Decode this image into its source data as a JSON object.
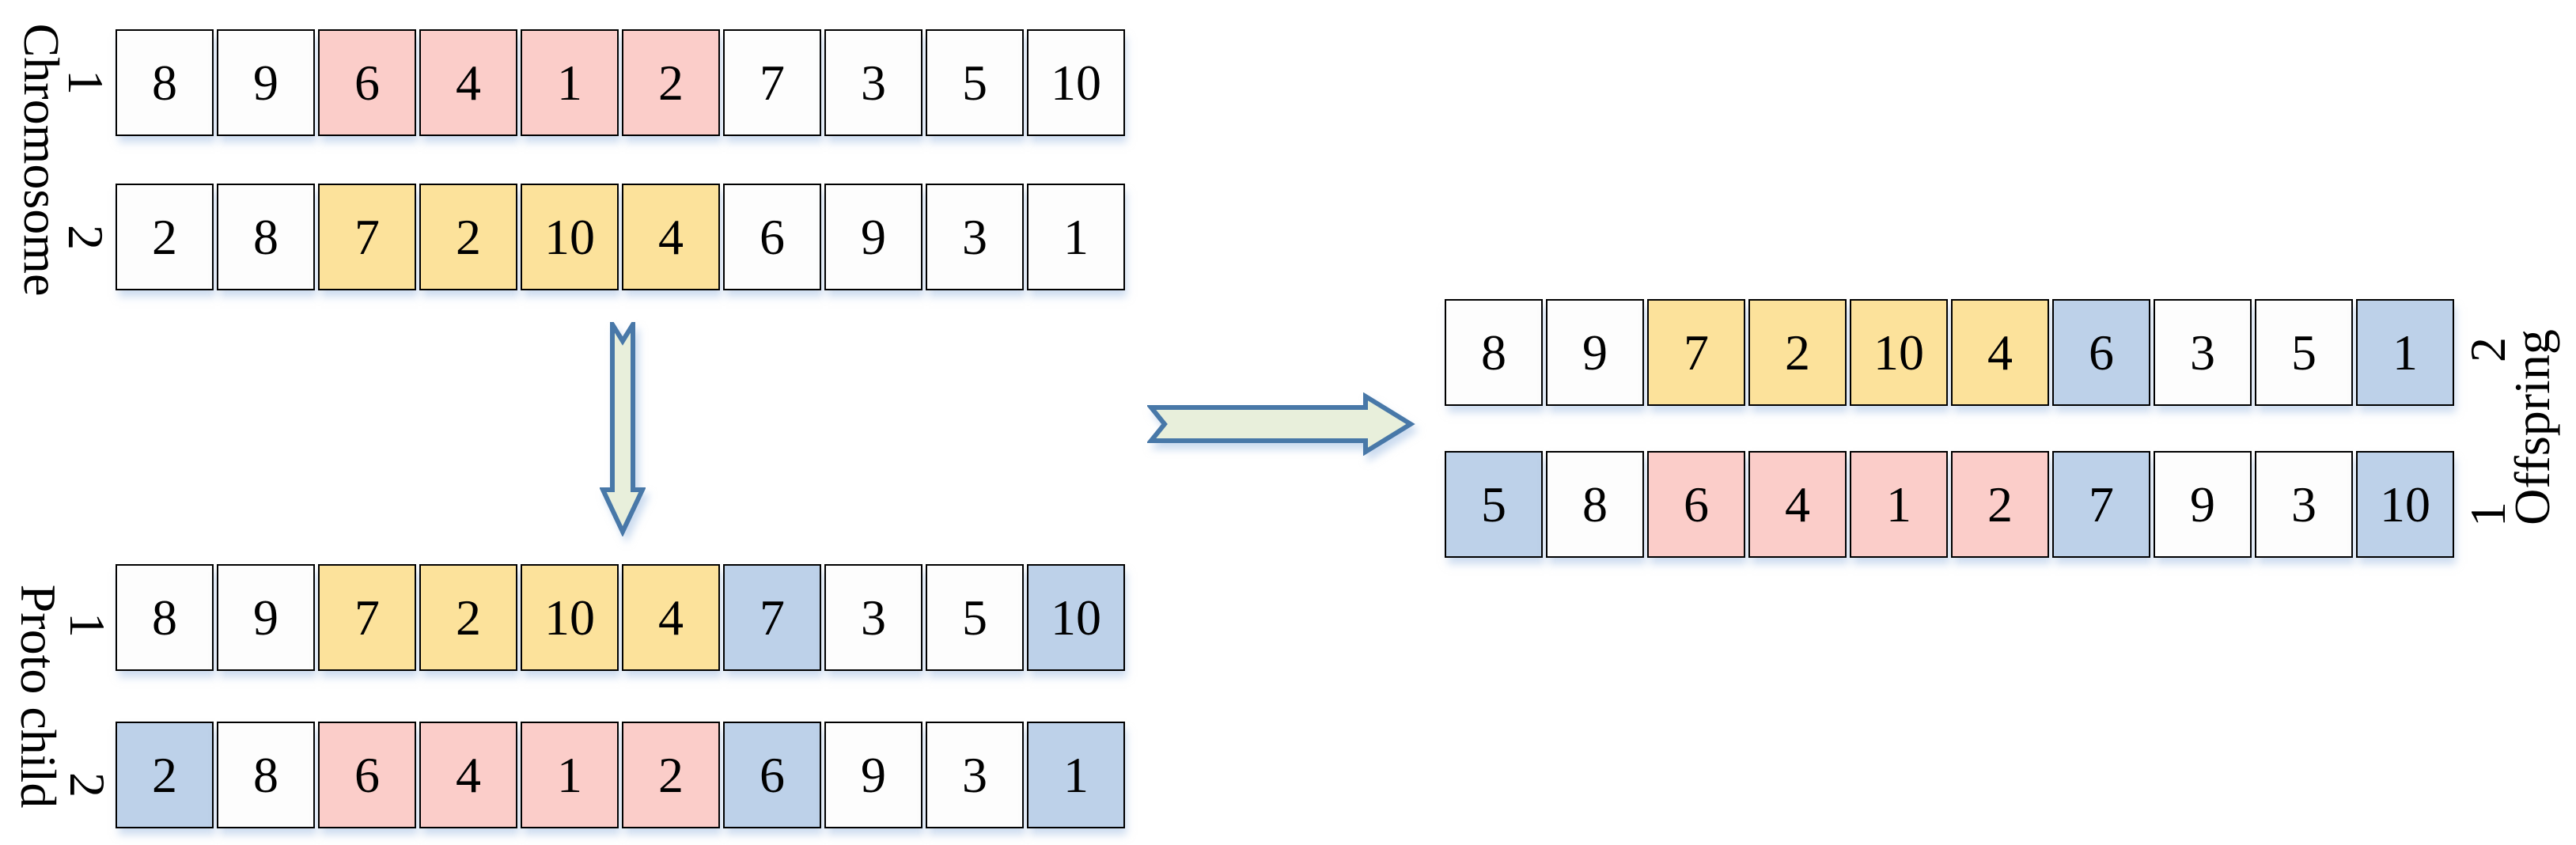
{
  "colors": {
    "segment_pink": "#FBCDC9",
    "segment_yellow": "#FCE29B",
    "replaced_blue": "#BDD1E9",
    "cell_white": "#FDFDFD",
    "cell_border": "#000000",
    "arrow_fill": "#E8EFDB",
    "arrow_stroke": "#4878A8"
  },
  "arrows": [
    {
      "name": "down-arrow"
    },
    {
      "name": "right-arrow"
    }
  ],
  "groups": [
    {
      "label": "Chromosome",
      "rows": [
        {
          "index": "1",
          "cells": [
            {
              "value": "8",
              "color": "white"
            },
            {
              "value": "9",
              "color": "white"
            },
            {
              "value": "6",
              "color": "pink"
            },
            {
              "value": "4",
              "color": "pink"
            },
            {
              "value": "1",
              "color": "pink"
            },
            {
              "value": "2",
              "color": "pink"
            },
            {
              "value": "7",
              "color": "white"
            },
            {
              "value": "3",
              "color": "white"
            },
            {
              "value": "5",
              "color": "white"
            },
            {
              "value": "10",
              "color": "white"
            }
          ]
        },
        {
          "index": "2",
          "cells": [
            {
              "value": "2",
              "color": "white"
            },
            {
              "value": "8",
              "color": "white"
            },
            {
              "value": "7",
              "color": "yellow"
            },
            {
              "value": "2",
              "color": "yellow"
            },
            {
              "value": "10",
              "color": "yellow"
            },
            {
              "value": "4",
              "color": "yellow"
            },
            {
              "value": "6",
              "color": "white"
            },
            {
              "value": "9",
              "color": "white"
            },
            {
              "value": "3",
              "color": "white"
            },
            {
              "value": "1",
              "color": "white"
            }
          ]
        }
      ]
    },
    {
      "label": "Proto child",
      "rows": [
        {
          "index": "1",
          "cells": [
            {
              "value": "8",
              "color": "white"
            },
            {
              "value": "9",
              "color": "white"
            },
            {
              "value": "7",
              "color": "yellow"
            },
            {
              "value": "2",
              "color": "yellow"
            },
            {
              "value": "10",
              "color": "yellow"
            },
            {
              "value": "4",
              "color": "yellow"
            },
            {
              "value": "7",
              "color": "blue"
            },
            {
              "value": "3",
              "color": "white"
            },
            {
              "value": "5",
              "color": "white"
            },
            {
              "value": "10",
              "color": "blue"
            }
          ]
        },
        {
          "index": "2",
          "cells": [
            {
              "value": "2",
              "color": "blue"
            },
            {
              "value": "8",
              "color": "white"
            },
            {
              "value": "6",
              "color": "pink"
            },
            {
              "value": "4",
              "color": "pink"
            },
            {
              "value": "1",
              "color": "pink"
            },
            {
              "value": "2",
              "color": "pink"
            },
            {
              "value": "6",
              "color": "blue"
            },
            {
              "value": "9",
              "color": "white"
            },
            {
              "value": "3",
              "color": "white"
            },
            {
              "value": "1",
              "color": "blue"
            }
          ]
        }
      ]
    },
    {
      "label": "Offspring",
      "rows": [
        {
          "index": "2",
          "cells": [
            {
              "value": "8",
              "color": "white"
            },
            {
              "value": "9",
              "color": "white"
            },
            {
              "value": "7",
              "color": "yellow"
            },
            {
              "value": "2",
              "color": "yellow"
            },
            {
              "value": "10",
              "color": "yellow"
            },
            {
              "value": "4",
              "color": "yellow"
            },
            {
              "value": "6",
              "color": "blue"
            },
            {
              "value": "3",
              "color": "white"
            },
            {
              "value": "5",
              "color": "white"
            },
            {
              "value": "1",
              "color": "blue"
            }
          ]
        },
        {
          "index": "1",
          "cells": [
            {
              "value": "5",
              "color": "blue"
            },
            {
              "value": "8",
              "color": "white"
            },
            {
              "value": "6",
              "color": "pink"
            },
            {
              "value": "4",
              "color": "pink"
            },
            {
              "value": "1",
              "color": "pink"
            },
            {
              "value": "2",
              "color": "pink"
            },
            {
              "value": "7",
              "color": "blue"
            },
            {
              "value": "9",
              "color": "white"
            },
            {
              "value": "3",
              "color": "white"
            },
            {
              "value": "10",
              "color": "blue"
            }
          ]
        }
      ]
    }
  ]
}
